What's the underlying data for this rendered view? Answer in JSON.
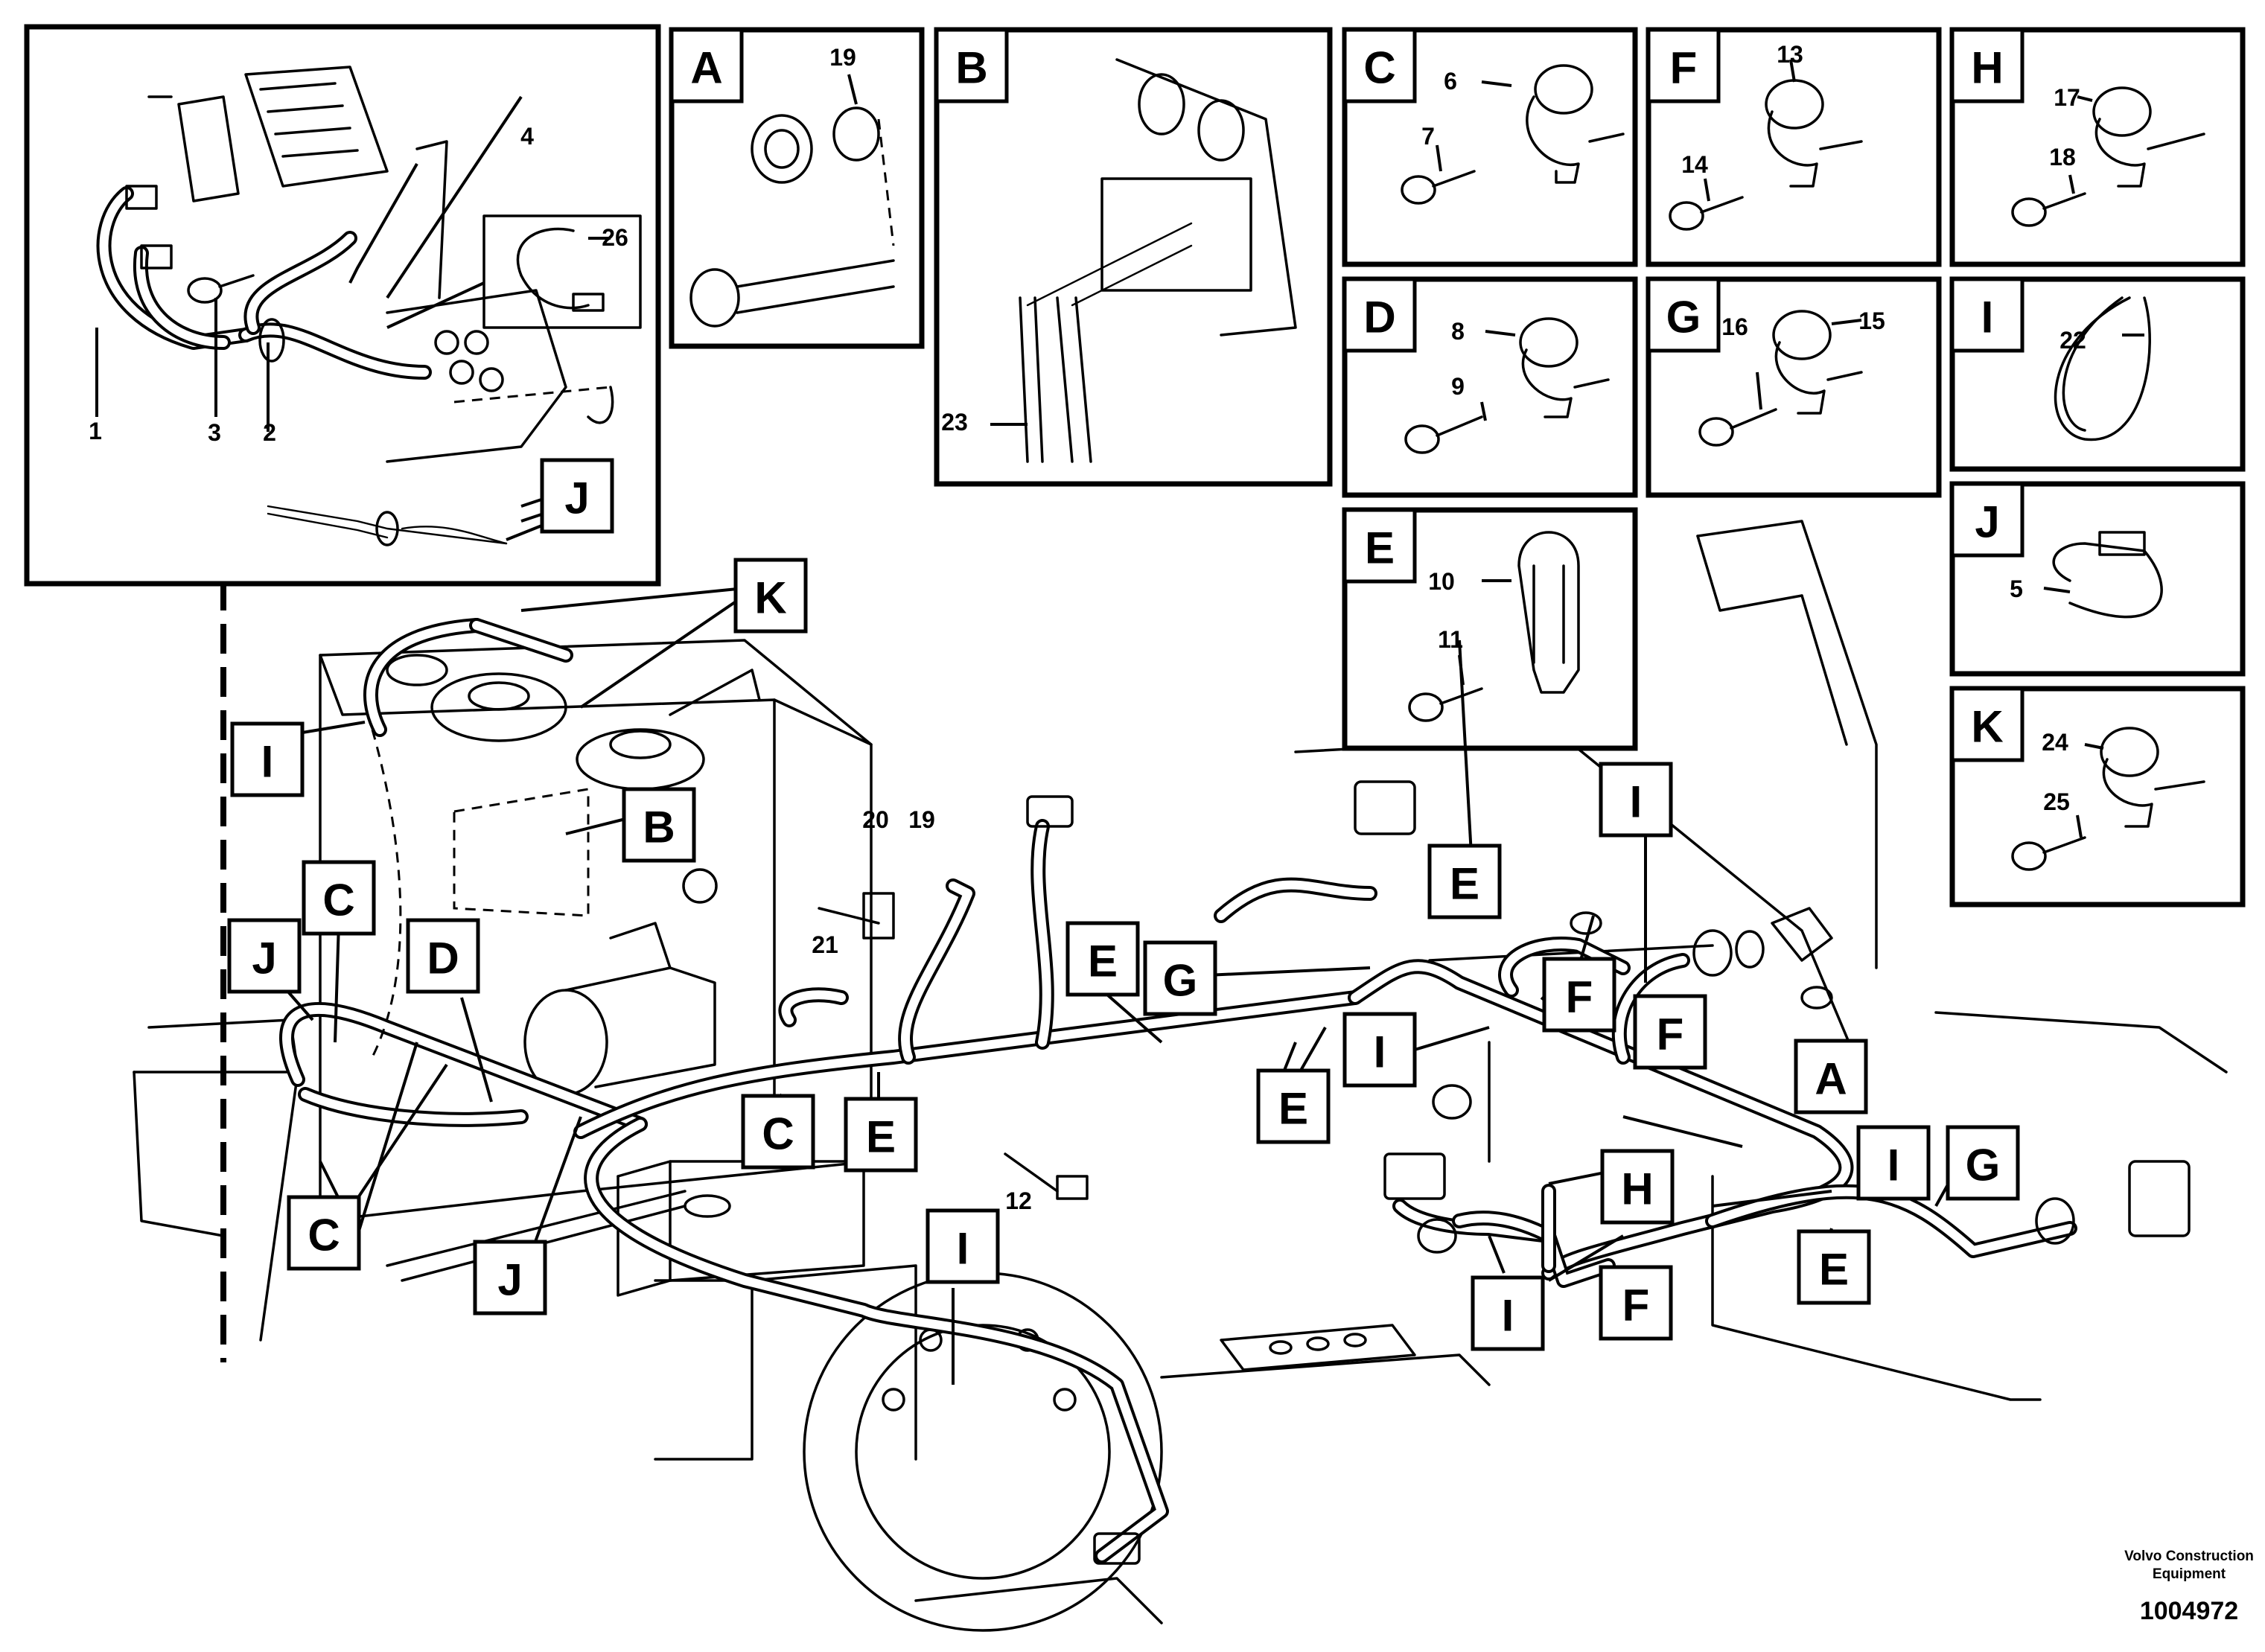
{
  "diagram": {
    "detail_letters": [
      "A",
      "B",
      "C",
      "D",
      "E",
      "F",
      "G",
      "H",
      "I",
      "J",
      "K"
    ],
    "callout_letters": [
      "A",
      "B",
      "C",
      "D",
      "E",
      "F",
      "G",
      "H",
      "I",
      "J",
      "K"
    ],
    "part_numbers": [
      "1",
      "2",
      "3",
      "4",
      "5",
      "6",
      "7",
      "8",
      "9",
      "10",
      "11",
      "12",
      "13",
      "14",
      "15",
      "16",
      "17",
      "18",
      "19",
      "20",
      "21",
      "22",
      "23",
      "24",
      "25",
      "26"
    ]
  },
  "footer": {
    "company_line1": "Volvo Construction",
    "company_line2": "Equipment",
    "reference": "1004972"
  }
}
